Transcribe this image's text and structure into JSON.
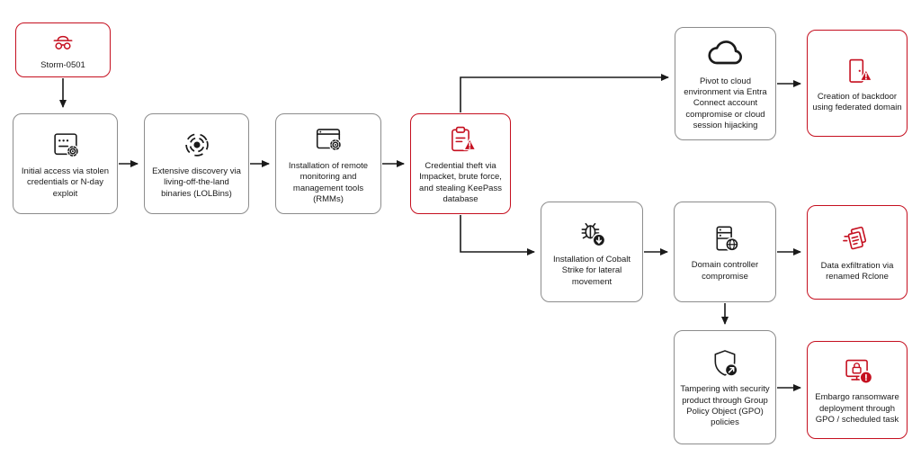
{
  "diagram": {
    "actor": "Storm-0501",
    "colors": {
      "highlight_red": "#C50F1F",
      "node_border_gray": "#8C8C8C",
      "arrow_black": "#1A1A1A",
      "background": "#FFFFFF"
    },
    "nodes": {
      "storm": {
        "label": "Storm-0501",
        "icon": "spy-icon",
        "emphasis": "red"
      },
      "initial_access": {
        "label": "Initial access via stolen credentials or N-day exploit",
        "icon": "credentials-gear-icon",
        "emphasis": "gray"
      },
      "discovery": {
        "label": "Extensive discovery via living-off-the-land binaries (LOLBins)",
        "icon": "radar-icon",
        "emphasis": "gray"
      },
      "rmm": {
        "label": "Installation of remote monitoring and management tools (RMMs)",
        "icon": "window-gear-icon",
        "emphasis": "gray"
      },
      "credential_theft": {
        "label": "Credential theft via Impacket, brute force, and stealing KeePass database",
        "icon": "clipboard-warning-icon",
        "emphasis": "red"
      },
      "cloud_pivot": {
        "label": "Pivot to cloud environment via Entra Connect account compromise or cloud session hijacking",
        "icon": "cloud-icon",
        "emphasis": "gray"
      },
      "backdoor": {
        "label": "Creation of backdoor using federated domain",
        "icon": "door-warning-icon",
        "emphasis": "red"
      },
      "cobalt_strike": {
        "label": "Installation of Cobalt Strike for lateral movement",
        "icon": "bug-download-icon",
        "emphasis": "gray"
      },
      "domain_controller": {
        "label": "Domain controller compromise",
        "icon": "server-globe-icon",
        "emphasis": "gray"
      },
      "exfiltration": {
        "label": "Data exfiltration via renamed Rclone",
        "icon": "documents-exfil-icon",
        "emphasis": "red"
      },
      "tampering": {
        "label": "Tampering with security product through Group Policy Object (GPO) policies",
        "icon": "shield-tamper-icon",
        "emphasis": "gray"
      },
      "ransomware": {
        "label": "Embargo ransomware deployment through GPO / scheduled task",
        "icon": "monitor-lock-alert-icon",
        "emphasis": "red"
      }
    },
    "edges": [
      {
        "from": "storm",
        "to": "initial_access"
      },
      {
        "from": "initial_access",
        "to": "discovery"
      },
      {
        "from": "discovery",
        "to": "rmm"
      },
      {
        "from": "rmm",
        "to": "credential_theft"
      },
      {
        "from": "credential_theft",
        "to": "cloud_pivot"
      },
      {
        "from": "cloud_pivot",
        "to": "backdoor"
      },
      {
        "from": "credential_theft",
        "to": "cobalt_strike"
      },
      {
        "from": "cobalt_strike",
        "to": "domain_controller"
      },
      {
        "from": "domain_controller",
        "to": "exfiltration"
      },
      {
        "from": "domain_controller",
        "to": "tampering"
      },
      {
        "from": "tampering",
        "to": "ransomware"
      }
    ]
  }
}
